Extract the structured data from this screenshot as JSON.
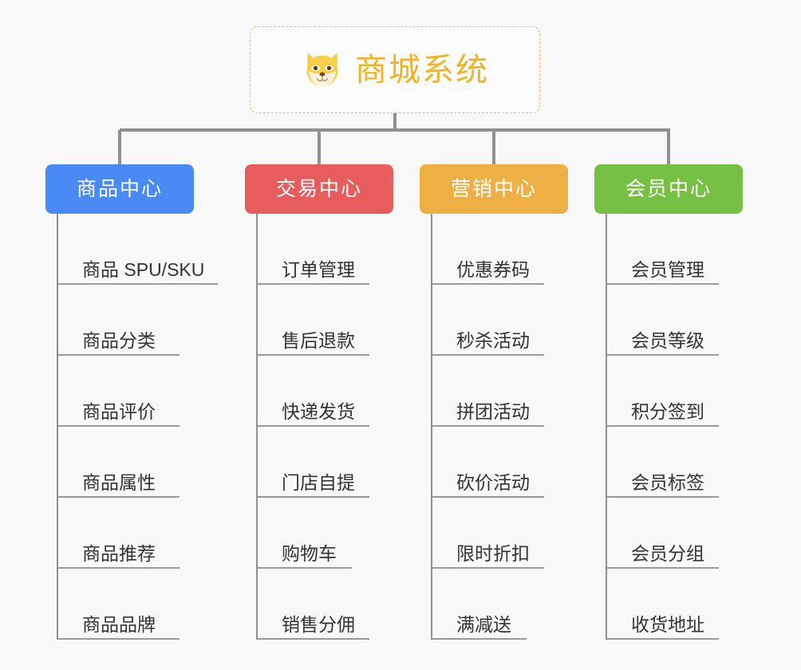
{
  "root": {
    "title": "商城系统",
    "icon": "shiba-dog-icon",
    "accent_color": "#f0b323",
    "border_color": "#f0c06a"
  },
  "canvas": {
    "background_color": "#f8f8f8",
    "connector_color": "#8f8f8f",
    "leaf_underline_color": "#9a9a9a"
  },
  "branches": [
    {
      "label": "商品中心",
      "color": "#4a8af4",
      "leaves": [
        "商品 SPU/SKU",
        "商品分类",
        "商品评价",
        "商品属性",
        "商品推荐",
        "商品品牌"
      ]
    },
    {
      "label": "交易中心",
      "color": "#e75c5c",
      "leaves": [
        "订单管理",
        "售后退款",
        "快递发货",
        "门店自提",
        "购物车",
        "销售分佣"
      ]
    },
    {
      "label": "营销中心",
      "color": "#eeaf44",
      "leaves": [
        "优惠券码",
        "秒杀活动",
        "拼团活动",
        "砍价活动",
        "限时折扣",
        "满减送"
      ]
    },
    {
      "label": "会员中心",
      "color": "#76c043",
      "leaves": [
        "会员管理",
        "会员等级",
        "积分签到",
        "会员标签",
        "会员分组",
        "收货地址"
      ]
    }
  ]
}
